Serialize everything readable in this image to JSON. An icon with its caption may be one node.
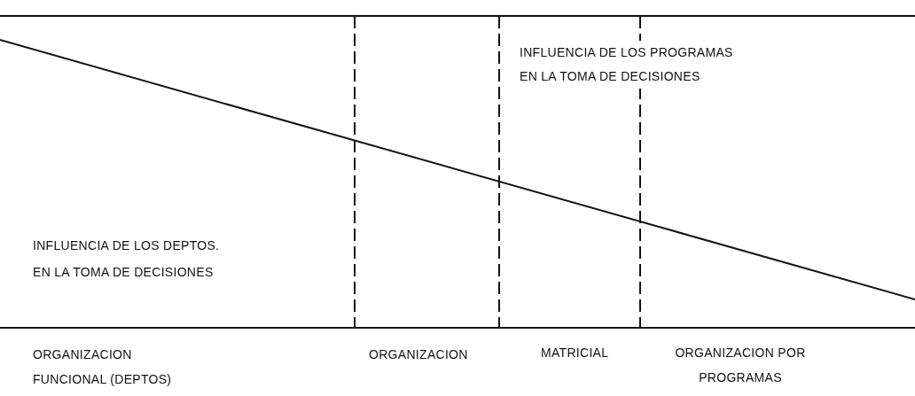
{
  "diagram": {
    "labels": [
      "INFLUENCIA DE LOS PROGRAMAS EN LA TOMA DE DECISIONES",
      "INFLUENCIA DE LOS DEPTOS. EN LA TOMA DE DECISIONES",
      "ORGANIZACION FUNCIONAL (DEPTOS)",
      "ORGANIZACION",
      "MATRICIAL",
      "ORGANIZACION POR PROGRAMAS"
    ]
  }
}
